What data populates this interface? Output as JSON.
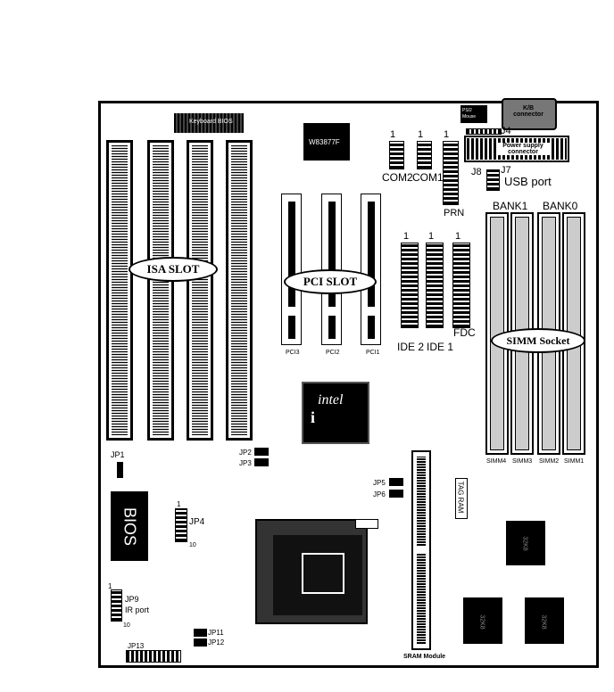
{
  "board": {
    "keyboard_bios": "Keyboard BIOS",
    "chip_w83877": "W83877F",
    "ps2_mouse": "PS/2 Mouse",
    "kb_connector": "K/B connector",
    "power_supply": "Power supply connector",
    "j4": "J4",
    "j8": "J8",
    "j7": "J7",
    "usb_port": "USB port",
    "com2": "COM2",
    "com1": "COM1",
    "prn": "PRN",
    "pin1": "1",
    "isa_slot": "ISA SLOT",
    "pci_slot": "PCI SLOT",
    "pci3": "PCI3",
    "pci2": "PCI2",
    "pci1": "PCI1",
    "ide2": "IDE 2",
    "ide1": "IDE 1",
    "fdc": "FDC",
    "bank1": "BANK1",
    "bank0": "BANK0",
    "simm_socket": "SIMM Socket",
    "simm4": "SIMM4",
    "simm3": "SIMM3",
    "simm2": "SIMM2",
    "simm1": "SIMM1",
    "intel": "intel",
    "intel_i": "i",
    "jp1": "JP1",
    "jp2": "JP2",
    "jp3": "JP3",
    "jp4": "JP4",
    "jp5": "JP5",
    "jp6": "JP6",
    "jp9": "JP9",
    "ir_port": "IR port",
    "jp11": "JP11",
    "jp12": "JP12",
    "jp13": "JP13",
    "pin10": "10",
    "bios": "BIOS",
    "tag_ram": "TAG RAM",
    "sram_module": "SRAM Module",
    "chip_a": "32K8",
    "chip_b": "32K8",
    "chip_c": "32K8"
  }
}
